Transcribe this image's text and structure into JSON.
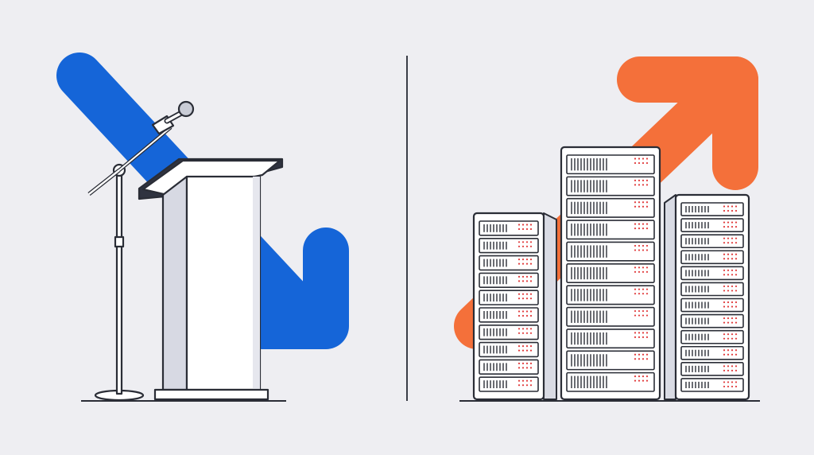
{
  "illustration": {
    "left_panel": {
      "subject": "podium-with-microphone",
      "trend": "down",
      "arrow_color": "#1565d8"
    },
    "right_panel": {
      "subject": "server-racks",
      "trend": "up",
      "arrow_color": "#f4703a",
      "rack_count": 3
    },
    "colors": {
      "background": "#eeeef2",
      "outline": "#2a2d36",
      "podium_face": "#ffffff",
      "podium_shadow": "#d7d9e3",
      "server_face": "#ffffff",
      "server_side": "#d9dbe4",
      "indicator_dots": "#e0393a"
    }
  }
}
